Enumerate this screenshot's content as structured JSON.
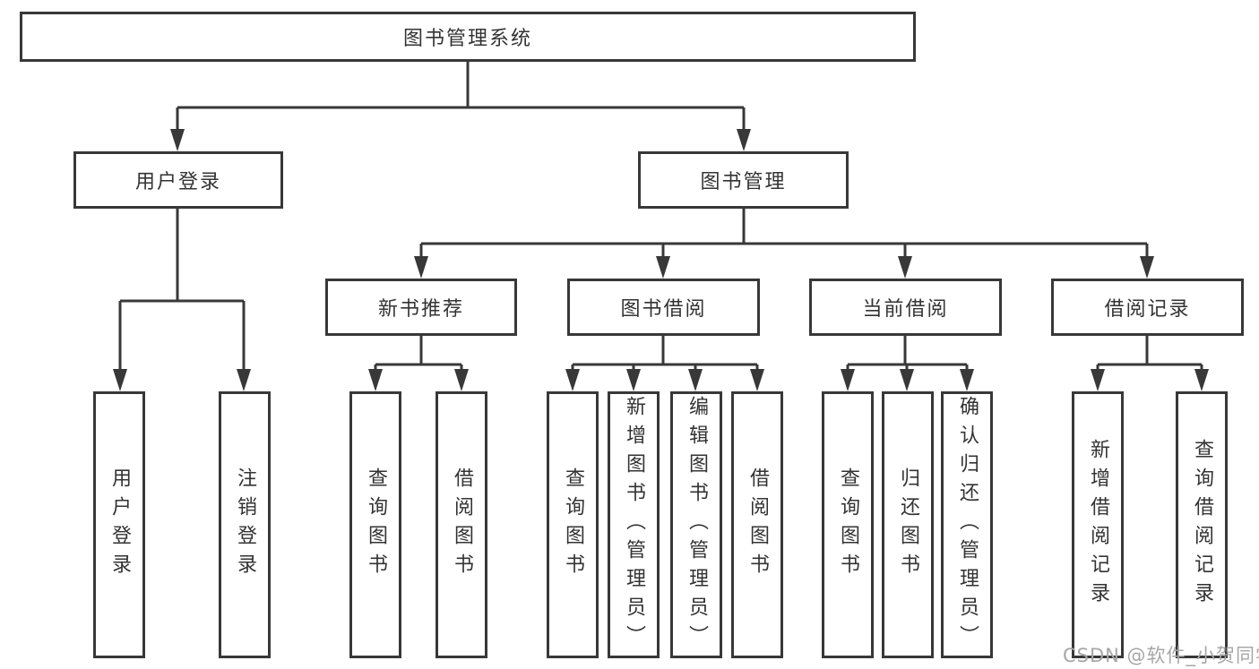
{
  "tree": {
    "root": "图书管理系统",
    "branches": [
      {
        "label": "用户登录",
        "children": [
          "用户登录",
          "注销登录"
        ]
      },
      {
        "label": "图书管理",
        "groups": [
          {
            "label": "新书推荐",
            "children": [
              "查询图书",
              "借阅图书"
            ]
          },
          {
            "label": "图书借阅",
            "children": [
              "查询图书",
              "新增图书（管理员）",
              "编辑图书（管理员）",
              "借阅图书"
            ]
          },
          {
            "label": "当前借阅",
            "children": [
              "查询图书",
              "归还图书",
              "确认归还（管理员）"
            ]
          },
          {
            "label": "借阅记录",
            "children": [
              "新增借阅记录",
              "查询借阅记录"
            ]
          }
        ]
      }
    ]
  },
  "watermark": {
    "text": "CSDN @软件_小贺同学"
  },
  "colors": {
    "line": "#383838",
    "text": "#333333",
    "watermark": "#a7a7a7"
  }
}
